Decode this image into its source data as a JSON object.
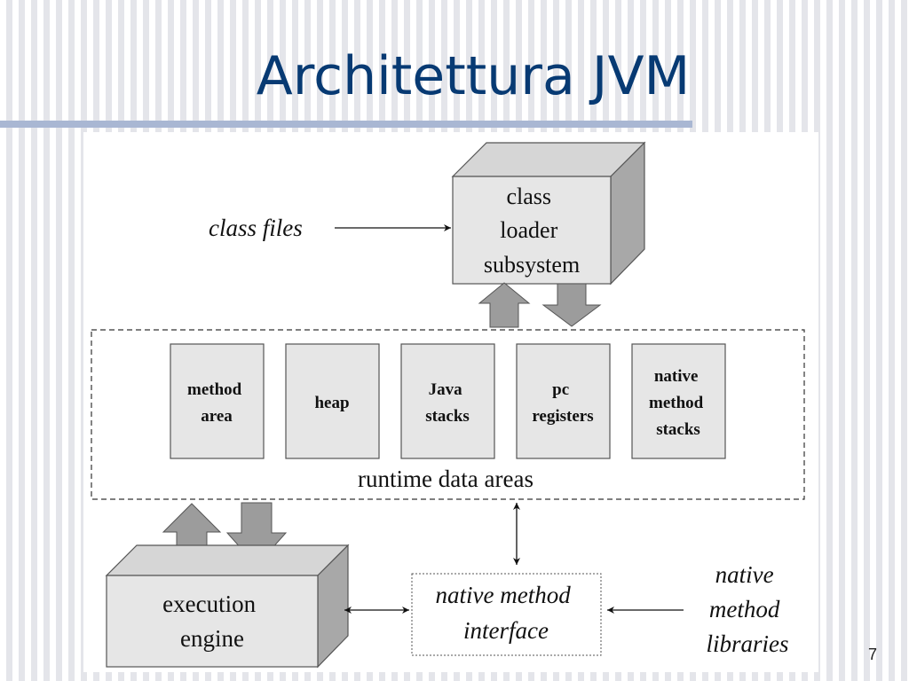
{
  "slide": {
    "title": "Architettura JVM",
    "page_number": "7",
    "accent_color": "#073a73",
    "rule_color": "#a9b7d3"
  },
  "diagram": {
    "inputs": {
      "class_files": "class files",
      "native_libraries": [
        "native",
        "method",
        "libraries"
      ]
    },
    "class_loader": [
      "class",
      "loader",
      "subsystem"
    ],
    "runtime_area": {
      "label": "runtime data areas",
      "items": [
        {
          "id": "method-area",
          "lines": [
            "method",
            "area"
          ]
        },
        {
          "id": "heap",
          "lines": [
            "heap"
          ]
        },
        {
          "id": "java-stacks",
          "lines": [
            "Java",
            "stacks"
          ]
        },
        {
          "id": "pc-registers",
          "lines": [
            "pc",
            "registers"
          ]
        },
        {
          "id": "native-method-stacks",
          "lines": [
            "native",
            "method",
            "stacks"
          ]
        }
      ]
    },
    "execution_engine": [
      "execution",
      "engine"
    ],
    "native_interface": [
      "native method",
      "interface"
    ],
    "colors": {
      "box_front": "#e6e6e6",
      "box_top": "#d6d6d6",
      "box_side": "#a8a8a8",
      "block_arrow": "#9c9c9c"
    }
  }
}
